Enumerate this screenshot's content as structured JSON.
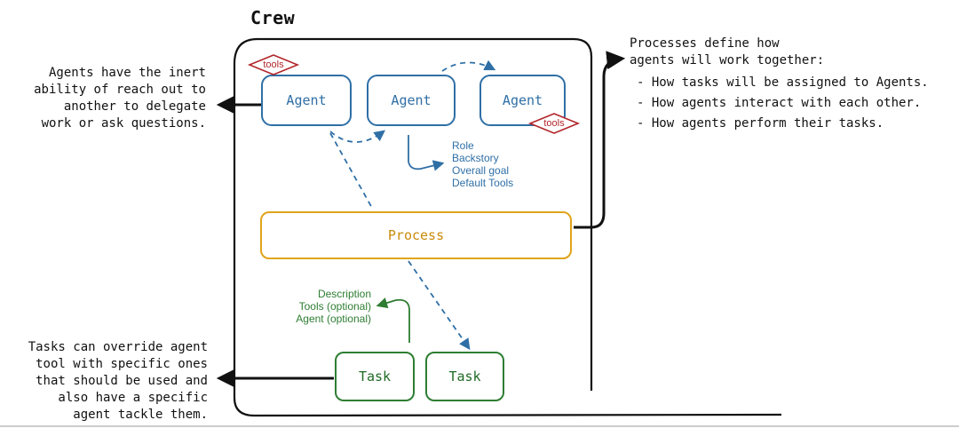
{
  "crew": {
    "title": "Crew"
  },
  "agents": [
    {
      "label": "Agent"
    },
    {
      "label": "Agent"
    },
    {
      "label": "Agent"
    }
  ],
  "tools_badges": [
    {
      "label": "tools"
    },
    {
      "label": "tools"
    }
  ],
  "agent_attributes": [
    "Role",
    "Backstory",
    "Overall goal",
    "Default Tools"
  ],
  "process": {
    "label": "Process"
  },
  "task_attributes": [
    "Description",
    "Tools (optional)",
    "Agent (optional)"
  ],
  "tasks": [
    {
      "label": "Task"
    },
    {
      "label": "Task"
    }
  ],
  "notes": {
    "agents": [
      "Agents have the inert",
      "ability of reach out to",
      "another to delegate",
      "work or ask questions."
    ],
    "tasks": [
      "Tasks can override agent",
      "tool with specific ones",
      "that should be used and",
      "also have a specific",
      "agent tackle them."
    ],
    "processes": {
      "heading": [
        "Processes define how",
        "agents will work together:"
      ],
      "bullets": [
        "- How tasks will be assigned to Agents.",
        "- How agents interact with each other.",
        "- How agents perform their tasks."
      ]
    }
  },
  "colors": {
    "agent": "#2f6fa6",
    "process": "#e0a41a",
    "task": "#2e7d32",
    "tools": "#b3262b",
    "ink": "#111111"
  }
}
